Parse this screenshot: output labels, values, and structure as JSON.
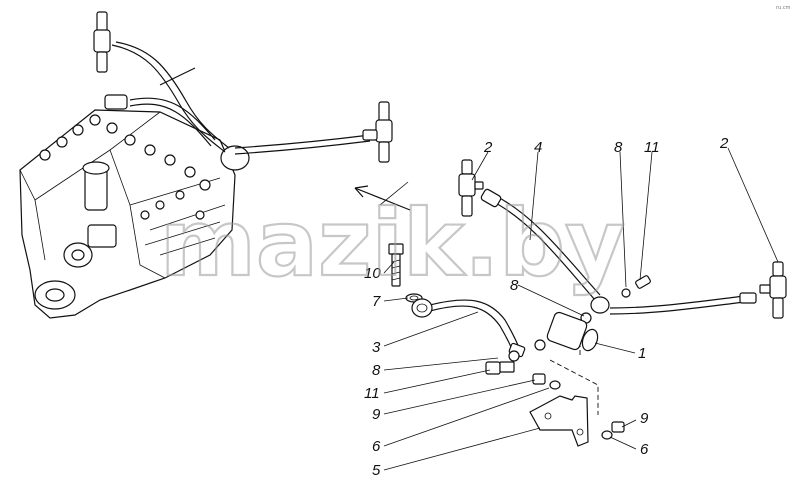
{
  "watermark": "mazik.by",
  "corner_mark": "ru.cm",
  "callouts": [
    {
      "id": "c2a",
      "text": "2"
    },
    {
      "id": "c4",
      "text": "4"
    },
    {
      "id": "c8a",
      "text": "8"
    },
    {
      "id": "c11a",
      "text": "11"
    },
    {
      "id": "c2b",
      "text": "2"
    },
    {
      "id": "c10",
      "text": "10"
    },
    {
      "id": "c7",
      "text": "7"
    },
    {
      "id": "c8b",
      "text": "8"
    },
    {
      "id": "c3",
      "text": "3"
    },
    {
      "id": "c1",
      "text": "1"
    },
    {
      "id": "c8c",
      "text": "8"
    },
    {
      "id": "c11b",
      "text": "11"
    },
    {
      "id": "c9a",
      "text": "9"
    },
    {
      "id": "c9b",
      "text": "9"
    },
    {
      "id": "c6a",
      "text": "6"
    },
    {
      "id": "c6b",
      "text": "6"
    },
    {
      "id": "c5",
      "text": "5"
    }
  ]
}
